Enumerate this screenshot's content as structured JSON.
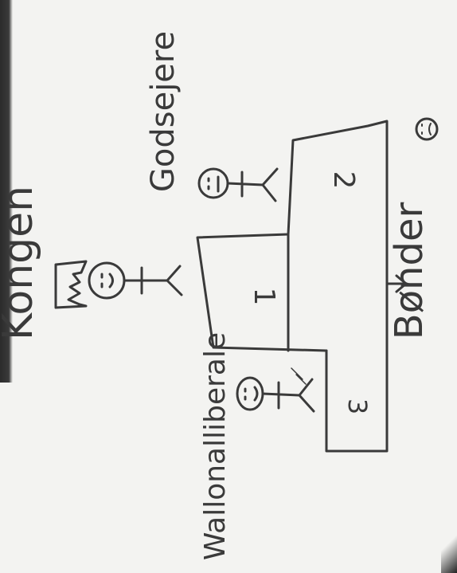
{
  "labels": {
    "king": "Kongen",
    "landowners": "Godsejere",
    "wholesalers": "Wallonalliberale",
    "peasants": "Bønder"
  },
  "levels": {
    "level_1": "1",
    "level_2": "2",
    "level_3": "3"
  }
}
